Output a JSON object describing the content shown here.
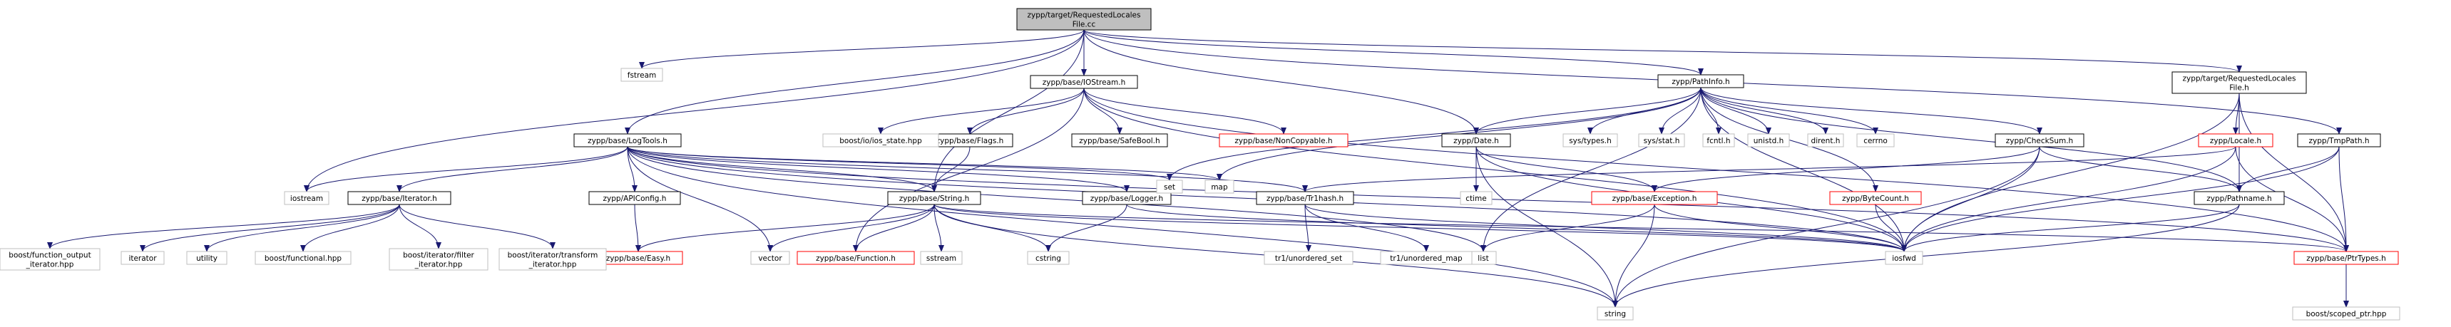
{
  "graph": {
    "root": "root",
    "nodes": [
      {
        "id": "root",
        "lines": [
          "zypp/target/RequestedLocales",
          "File.cc"
        ],
        "style": "root"
      },
      {
        "id": "fstream",
        "lines": [
          "fstream"
        ],
        "style": "external"
      },
      {
        "id": "iostream",
        "lines": [
          "iostream"
        ],
        "style": "external"
      },
      {
        "id": "logtools",
        "lines": [
          "zypp/base/LogTools.h"
        ],
        "style": "documented"
      },
      {
        "id": "iostream_h",
        "lines": [
          "zypp/base/IOStream.h"
        ],
        "style": "documented"
      },
      {
        "id": "pathinfo",
        "lines": [
          "zypp/PathInfo.h"
        ],
        "style": "documented"
      },
      {
        "id": "rlf_h",
        "lines": [
          "zypp/target/RequestedLocales",
          "File.h"
        ],
        "style": "documented"
      },
      {
        "id": "tmppath",
        "lines": [
          "zypp/TmpPath.h"
        ],
        "style": "documented"
      },
      {
        "id": "iterator_h",
        "lines": [
          "zypp/base/Iterator.h"
        ],
        "style": "documented"
      },
      {
        "id": "apiconfig",
        "lines": [
          "zypp/APIConfig.h"
        ],
        "style": "documented"
      },
      {
        "id": "string_h",
        "lines": [
          "zypp/base/String.h"
        ],
        "style": "documented"
      },
      {
        "id": "logger",
        "lines": [
          "zypp/base/Logger.h"
        ],
        "style": "documented"
      },
      {
        "id": "flags",
        "lines": [
          "zypp/base/Flags.h"
        ],
        "style": "documented"
      },
      {
        "id": "safebool",
        "lines": [
          "zypp/base/SafeBool.h"
        ],
        "style": "documented"
      },
      {
        "id": "noncopyable",
        "lines": [
          "zypp/base/NonCopyable.h"
        ],
        "style": "missing"
      },
      {
        "id": "boost_ios_state",
        "lines": [
          "boost/io/ios_state.hpp"
        ],
        "style": "external"
      },
      {
        "id": "date_h",
        "lines": [
          "zypp/Date.h"
        ],
        "style": "documented"
      },
      {
        "id": "tr1hash",
        "lines": [
          "zypp/base/Tr1hash.h"
        ],
        "style": "documented"
      },
      {
        "id": "exception",
        "lines": [
          "zypp/base/Exception.h"
        ],
        "style": "missing"
      },
      {
        "id": "bytecount",
        "lines": [
          "zypp/ByteCount.h"
        ],
        "style": "missing"
      },
      {
        "id": "checksum",
        "lines": [
          "zypp/CheckSum.h"
        ],
        "style": "documented"
      },
      {
        "id": "pathname",
        "lines": [
          "zypp/Pathname.h"
        ],
        "style": "documented"
      },
      {
        "id": "locale_h",
        "lines": [
          "zypp/Locale.h"
        ],
        "style": "missing"
      },
      {
        "id": "ptrtypes",
        "lines": [
          "zypp/base/PtrTypes.h"
        ],
        "style": "missing"
      },
      {
        "id": "easy",
        "lines": [
          "zypp/base/Easy.h"
        ],
        "style": "missing"
      },
      {
        "id": "function_h",
        "lines": [
          "zypp/base/Function.h"
        ],
        "style": "missing"
      },
      {
        "id": "boost_foi",
        "lines": [
          "boost/function_output",
          "_iterator.hpp"
        ],
        "style": "external"
      },
      {
        "id": "iterator",
        "lines": [
          "iterator"
        ],
        "style": "external"
      },
      {
        "id": "utility",
        "lines": [
          "utility"
        ],
        "style": "external"
      },
      {
        "id": "boost_functional",
        "lines": [
          "boost/functional.hpp"
        ],
        "style": "external"
      },
      {
        "id": "boost_filter",
        "lines": [
          "boost/iterator/filter",
          "_iterator.hpp"
        ],
        "style": "external"
      },
      {
        "id": "boost_transform",
        "lines": [
          "boost/iterator/transform",
          "_iterator.hpp"
        ],
        "style": "external"
      },
      {
        "id": "vector",
        "lines": [
          "vector"
        ],
        "style": "external"
      },
      {
        "id": "sstream",
        "lines": [
          "sstream"
        ],
        "style": "external"
      },
      {
        "id": "cstring",
        "lines": [
          "cstring"
        ],
        "style": "external"
      },
      {
        "id": "set",
        "lines": [
          "set"
        ],
        "style": "external"
      },
      {
        "id": "map",
        "lines": [
          "map"
        ],
        "style": "external"
      },
      {
        "id": "list",
        "lines": [
          "list"
        ],
        "style": "external"
      },
      {
        "id": "iosfwd",
        "lines": [
          "iosfwd"
        ],
        "style": "external"
      },
      {
        "id": "string",
        "lines": [
          "string"
        ],
        "style": "external"
      },
      {
        "id": "ctime",
        "lines": [
          "ctime"
        ],
        "style": "external"
      },
      {
        "id": "tr1_unordered_set",
        "lines": [
          "tr1/unordered_set"
        ],
        "style": "external"
      },
      {
        "id": "tr1_unordered_map",
        "lines": [
          "tr1/unordered_map"
        ],
        "style": "external"
      },
      {
        "id": "sys_types",
        "lines": [
          "sys/types.h"
        ],
        "style": "external"
      },
      {
        "id": "sys_stat",
        "lines": [
          "sys/stat.h"
        ],
        "style": "external"
      },
      {
        "id": "fcntl",
        "lines": [
          "fcntl.h"
        ],
        "style": "external"
      },
      {
        "id": "unistd",
        "lines": [
          "unistd.h"
        ],
        "style": "external"
      },
      {
        "id": "dirent",
        "lines": [
          "dirent.h"
        ],
        "style": "external"
      },
      {
        "id": "cerrno",
        "lines": [
          "cerrno"
        ],
        "style": "external"
      },
      {
        "id": "boost_scoped_ptr",
        "lines": [
          "boost/scoped_ptr.hpp"
        ],
        "style": "external"
      }
    ],
    "edges": [
      [
        "root",
        "fstream"
      ],
      [
        "root",
        "iostream"
      ],
      [
        "root",
        "logtools"
      ],
      [
        "root",
        "iostream_h"
      ],
      [
        "root",
        "pathinfo"
      ],
      [
        "root",
        "rlf_h"
      ],
      [
        "root",
        "tmppath"
      ],
      [
        "root",
        "string_h"
      ],
      [
        "root",
        "date_h"
      ],
      [
        "logtools",
        "iostream"
      ],
      [
        "logtools",
        "iterator_h"
      ],
      [
        "logtools",
        "vector"
      ],
      [
        "logtools",
        "string"
      ],
      [
        "logtools",
        "set"
      ],
      [
        "logtools",
        "map"
      ],
      [
        "logtools",
        "list"
      ],
      [
        "logtools",
        "tr1hash"
      ],
      [
        "logtools",
        "logger"
      ],
      [
        "logtools",
        "apiconfig"
      ],
      [
        "logtools",
        "string_h"
      ],
      [
        "logtools",
        "iosfwd"
      ],
      [
        "logtools",
        "ptrtypes"
      ],
      [
        "iterator_h",
        "boost_foi"
      ],
      [
        "iterator_h",
        "iterator"
      ],
      [
        "iterator_h",
        "utility"
      ],
      [
        "iterator_h",
        "boost_functional"
      ],
      [
        "iterator_h",
        "boost_filter"
      ],
      [
        "iterator_h",
        "boost_transform"
      ],
      [
        "apiconfig",
        "easy"
      ],
      [
        "string_h",
        "easy"
      ],
      [
        "string_h",
        "vector"
      ],
      [
        "string_h",
        "function_h"
      ],
      [
        "string_h",
        "sstream"
      ],
      [
        "string_h",
        "cstring"
      ],
      [
        "string_h",
        "string"
      ],
      [
        "string_h",
        "iosfwd"
      ],
      [
        "string_h",
        "ptrtypes"
      ],
      [
        "logger",
        "iosfwd"
      ],
      [
        "logger",
        "cstring"
      ],
      [
        "iostream_h",
        "boost_ios_state"
      ],
      [
        "iostream_h",
        "flags"
      ],
      [
        "iostream_h",
        "safebool"
      ],
      [
        "iostream_h",
        "noncopyable"
      ],
      [
        "iostream_h",
        "function_h"
      ],
      [
        "iostream_h",
        "iosfwd"
      ],
      [
        "iostream_h",
        "ptrtypes"
      ],
      [
        "flags",
        "string_h"
      ],
      [
        "pathinfo",
        "set"
      ],
      [
        "pathinfo",
        "map"
      ],
      [
        "pathinfo",
        "list"
      ],
      [
        "pathinfo",
        "sys_types"
      ],
      [
        "pathinfo",
        "sys_stat"
      ],
      [
        "pathinfo",
        "fcntl"
      ],
      [
        "pathinfo",
        "unistd"
      ],
      [
        "pathinfo",
        "dirent"
      ],
      [
        "pathinfo",
        "cerrno"
      ],
      [
        "pathinfo",
        "iosfwd"
      ],
      [
        "pathinfo",
        "checksum"
      ],
      [
        "pathinfo",
        "bytecount"
      ],
      [
        "pathinfo",
        "pathname"
      ],
      [
        "pathinfo",
        "date_h"
      ],
      [
        "date_h",
        "ctime"
      ],
      [
        "date_h",
        "exception"
      ],
      [
        "date_h",
        "iosfwd"
      ],
      [
        "date_h",
        "string"
      ],
      [
        "tr1hash",
        "iosfwd"
      ],
      [
        "tr1hash",
        "tr1_unordered_set"
      ],
      [
        "tr1hash",
        "tr1_unordered_map"
      ],
      [
        "exception",
        "iosfwd"
      ],
      [
        "exception",
        "list"
      ],
      [
        "exception",
        "string"
      ],
      [
        "bytecount",
        "iosfwd"
      ],
      [
        "checksum",
        "iosfwd"
      ],
      [
        "checksum",
        "string"
      ],
      [
        "checksum",
        "exception"
      ],
      [
        "checksum",
        "pathname"
      ],
      [
        "pathname",
        "iosfwd"
      ],
      [
        "pathname",
        "string"
      ],
      [
        "rlf_h",
        "iosfwd"
      ],
      [
        "rlf_h",
        "locale_h"
      ],
      [
        "rlf_h",
        "pathname"
      ],
      [
        "rlf_h",
        "ptrtypes"
      ],
      [
        "locale_h",
        "tr1hash"
      ],
      [
        "locale_h",
        "iosfwd"
      ],
      [
        "locale_h",
        "ptrtypes"
      ],
      [
        "tmppath",
        "iosfwd"
      ],
      [
        "tmppath",
        "pathname"
      ],
      [
        "tmppath",
        "ptrtypes"
      ],
      [
        "ptrtypes",
        "boost_scoped_ptr"
      ]
    ]
  }
}
